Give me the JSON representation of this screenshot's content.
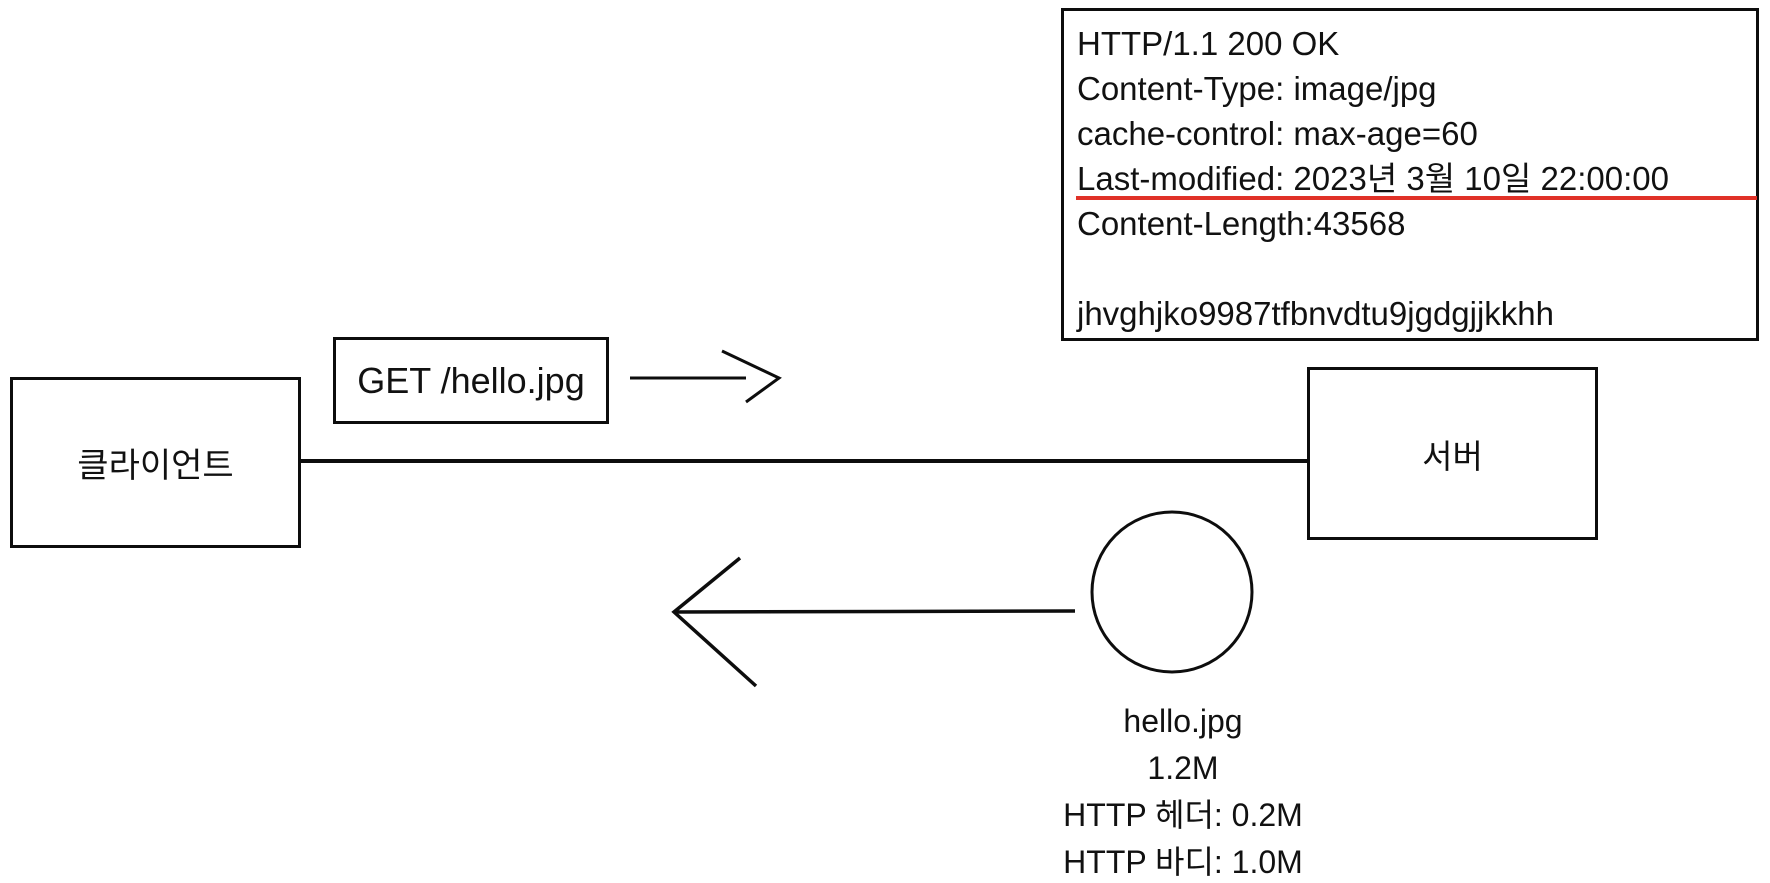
{
  "colors": {
    "line": "#0d0d0d",
    "underline_red": "#e03127",
    "background": "#ffffff"
  },
  "response_box": {
    "lines": [
      "HTTP/1.1 200 OK",
      "Content-Type: image/jpg",
      "cache-control: max-age=60",
      "Last-modified: 2023년 3월 10일 22:00:00",
      "Content-Length:43568",
      "",
      "jhvghjko9987tfbnvdtu9jgdgjjkkhh"
    ],
    "underlined_line": "Last-modified: 2023년 3월 10일 22:00:00"
  },
  "client_box": {
    "label": "클라이언트"
  },
  "server_box": {
    "label": "서버"
  },
  "request_box": {
    "label": "GET /hello.jpg"
  },
  "file_caption": {
    "lines": [
      "hello.jpg",
      "1.2M",
      "HTTP 헤더: 0.2M",
      "HTTP 바디: 1.0M"
    ]
  }
}
